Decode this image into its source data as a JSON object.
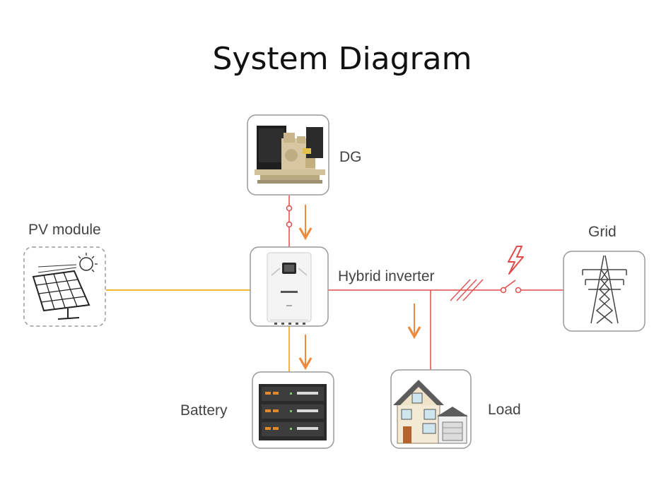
{
  "title": "System Diagram",
  "nodes": {
    "dg": "DG",
    "pv": "PV module",
    "grid": "Grid",
    "inverter": "Hybrid inverter",
    "battery": "Battery",
    "load": "Load"
  },
  "colors": {
    "ac_line": "#e04b4b",
    "dc_line": "#f2b632",
    "flow_arrow": "#ef8a3c",
    "box_stroke": "#9a9a9a"
  },
  "icons": {
    "dg": "generator-icon",
    "pv": "solar-panel-icon",
    "grid": "transmission-tower-icon",
    "inverter": "inverter-icon",
    "battery": "battery-rack-icon",
    "load": "house-icon",
    "lightning": "lightning-icon",
    "switch": "switch-icon"
  }
}
